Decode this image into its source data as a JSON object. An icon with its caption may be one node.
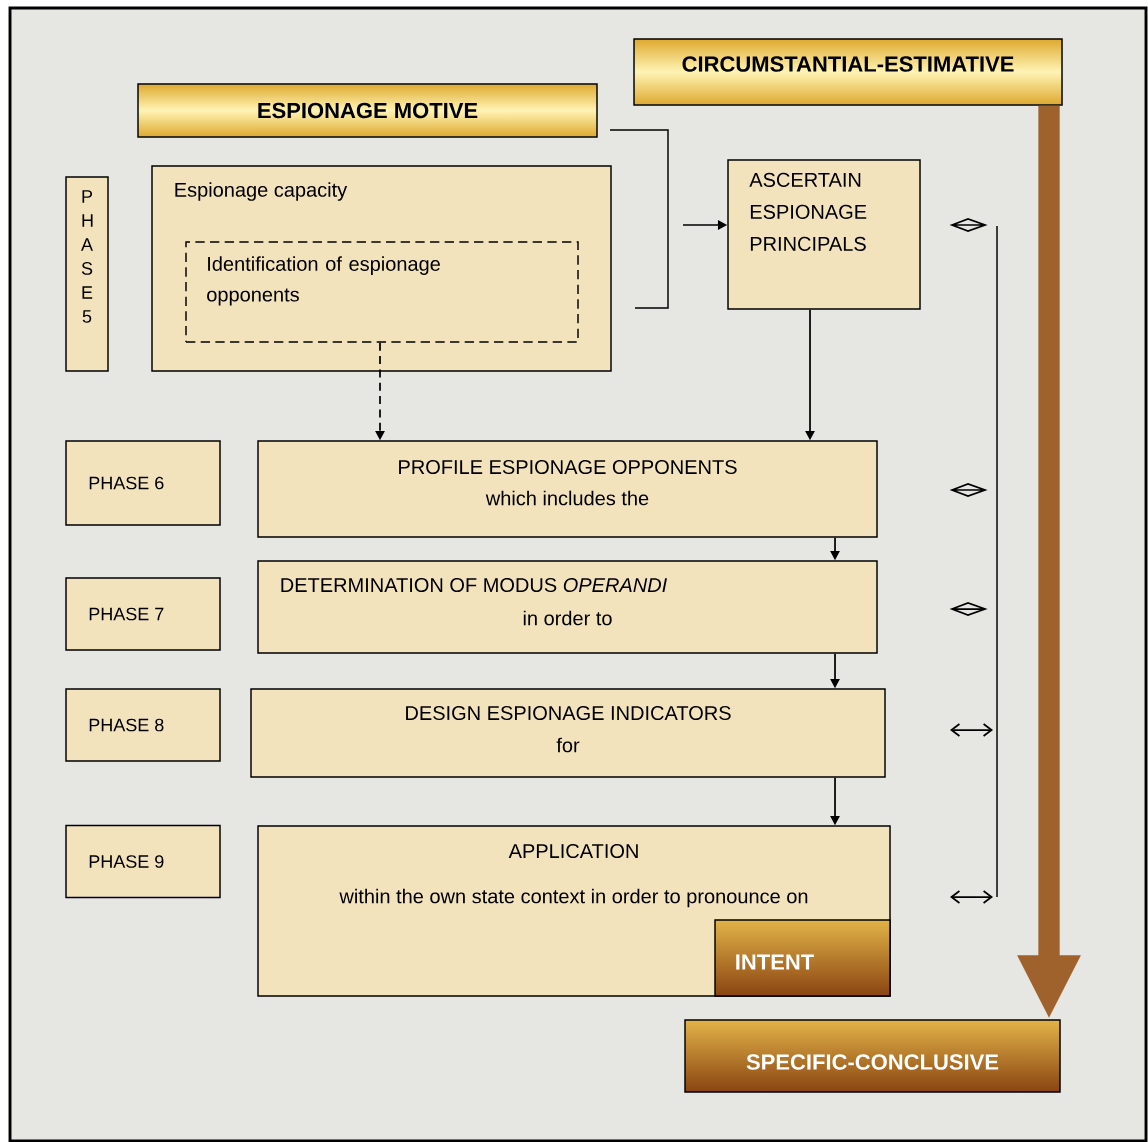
{
  "diagram": {
    "nodes": [
      {
        "text": [
          "ESPIONAGE MOTIVE"
        ]
      },
      {
        "text": [
          "CIRCUMSTANTIAL-ESTIMATIVE"
        ]
      },
      {
        "text": [
          "PHASE 5"
        ]
      },
      {
        "text": [
          "Espionage capacity"
        ]
      },
      {
        "text": [
          "Identification of espionage opponents"
        ],
        "in": 3
      },
      {
        "text": [
          "ASCERTAIN ESPIONAGE PRINCIPALS"
        ]
      },
      {
        "text": [
          "PHASE 6"
        ]
      },
      {
        "text": [
          "PROFILE ESPIONAGE OPPONENTS",
          "which includes the"
        ]
      },
      {
        "text": [
          "PHASE 7"
        ]
      },
      {
        "text": [
          "DETERMINATION OF MODUS *OPERANDI*",
          "in order to"
        ]
      },
      {
        "text": [
          "PHASE 8"
        ]
      },
      {
        "text": [
          "DESIGN ESPIONAGE INDICATORS",
          "for"
        ]
      },
      {
        "text": [
          "PHASE 9"
        ]
      },
      {
        "text": [
          "APPLICATION",
          "within the own state context in order to pronounce on"
        ]
      },
      {
        "text": [
          "INTENT"
        ],
        "in": 13
      },
      {
        "text": [
          "SPECIFIC-CONCLUSIVE"
        ]
      }
    ],
    "edges": [
      {
        "from": null,
        "to": 5,
        "arrow": "to"
      },
      {
        "from": 5,
        "to": 7,
        "arrow": "to"
      },
      {
        "from": 4,
        "to": 7,
        "arrow": "to",
        "style": "dashed"
      },
      {
        "from": 7,
        "to": 9,
        "arrow": "to"
      },
      {
        "from": 9,
        "to": 11,
        "arrow": "to"
      },
      {
        "from": 11,
        "to": 13,
        "arrow": "to"
      },
      {
        "from": 1,
        "to": 15,
        "arrow": "to",
        "style": "thick",
        "color": "#a0622d"
      }
    ]
  }
}
